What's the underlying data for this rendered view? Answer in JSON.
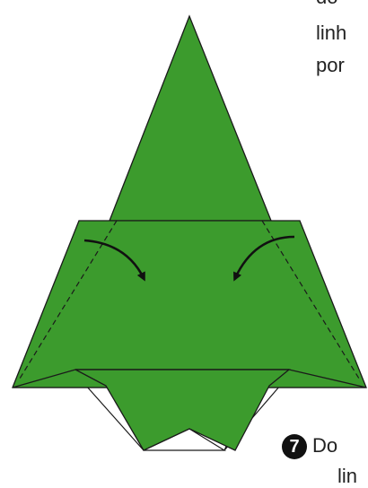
{
  "captions": {
    "top_lines": [
      "do",
      "linh",
      "por"
    ],
    "bottom_lines": [
      "Do",
      "lin"
    ]
  },
  "step": {
    "number": "7"
  },
  "colors": {
    "paper_green": "#3c9b2d",
    "outline": "#1a1a1a",
    "paper_white": "#ffffff",
    "arrow": "#111111"
  },
  "icons": {
    "step_badge": "circled-number-7",
    "fold_arrows": [
      "curved-arrow-left-fold",
      "curved-arrow-right-fold"
    ]
  }
}
